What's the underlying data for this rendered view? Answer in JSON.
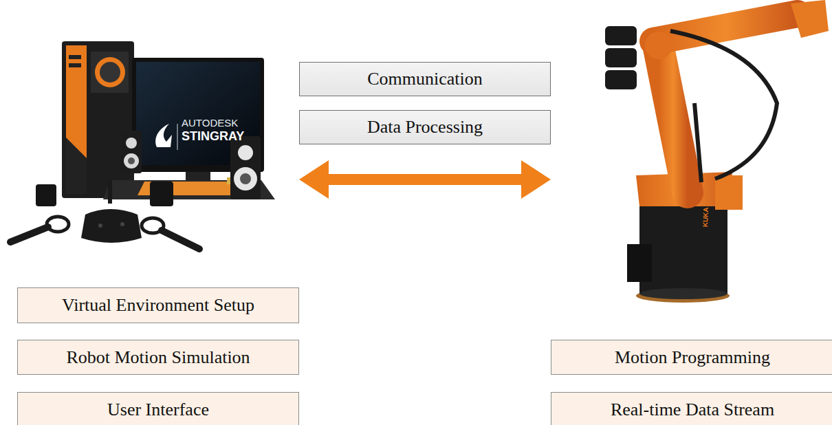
{
  "diagram": {
    "nodes": [
      {
        "text": [
          "Communication"
        ]
      },
      {
        "text": [
          "Data Processing"
        ]
      },
      {
        "text": [
          "Virtual Environment Setup"
        ]
      },
      {
        "text": [
          "Robot Motion Simulation"
        ]
      },
      {
        "text": [
          "User Interface"
        ]
      },
      {
        "text": [
          "Motion Programming"
        ]
      },
      {
        "text": [
          "Real-time Data Stream"
        ]
      }
    ],
    "labels": [
      "AUTODESK",
      "STINGRAY",
      "KUKA"
    ]
  }
}
